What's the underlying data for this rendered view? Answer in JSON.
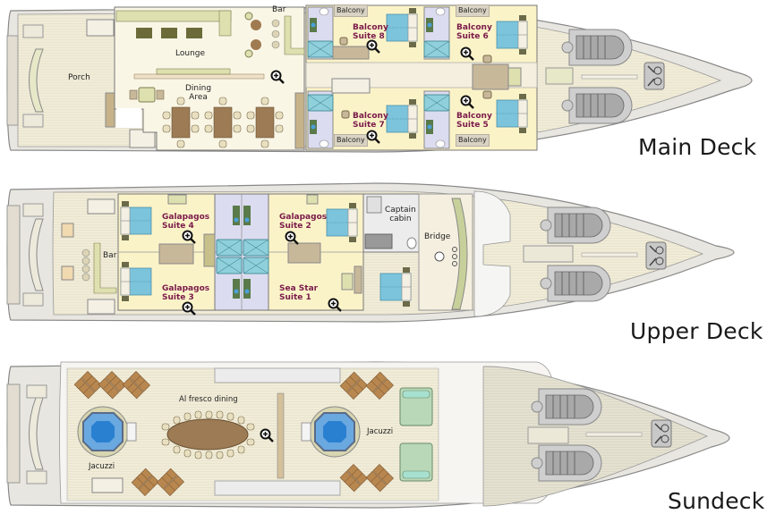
{
  "decks": [
    {
      "name": "Main Deck",
      "areas": {
        "porch": "Porch",
        "lounge": "Lounge",
        "bar": "Bar",
        "dining": "Dining\nArea"
      },
      "suites": [
        {
          "label": "Balcony\nSuite 8",
          "balcony": "Balcony"
        },
        {
          "label": "Balcony\nSuite 6",
          "balcony": "Balcony"
        },
        {
          "label": "Balcony\nSuite 7",
          "balcony": "Balcony"
        },
        {
          "label": "Balcony\nSuite 5",
          "balcony": "Balcony"
        }
      ]
    },
    {
      "name": "Upper Deck",
      "areas": {
        "bar": "Bar",
        "captain": "Captain\ncabin",
        "bridge": "Bridge"
      },
      "suites": [
        {
          "label": "Galapagos\nSuite 4"
        },
        {
          "label": "Galapagos\nSuite 2"
        },
        {
          "label": "Galapagos\nSuite 3"
        },
        {
          "label": "Sea Star\nSuite 1"
        }
      ]
    },
    {
      "name": "Sundeck",
      "areas": {
        "dining": "Al fresco dining",
        "jacuzzi_left": "Jacuzzi",
        "jacuzzi_right": "Jacuzzi"
      }
    }
  ],
  "icons": {
    "zoom": "zoom-in-magnifier-icon"
  },
  "colors": {
    "deck_floor": "#f3efdc",
    "interior_floor": "#faf6e6",
    "cabin_floor": "#fbf3c8",
    "bathroom": "#dcdcf0",
    "bed": "#7cc4dc",
    "wood": "#9c7b55",
    "hull": "#e8e6e0",
    "suite_text": "#7a1a4a"
  }
}
